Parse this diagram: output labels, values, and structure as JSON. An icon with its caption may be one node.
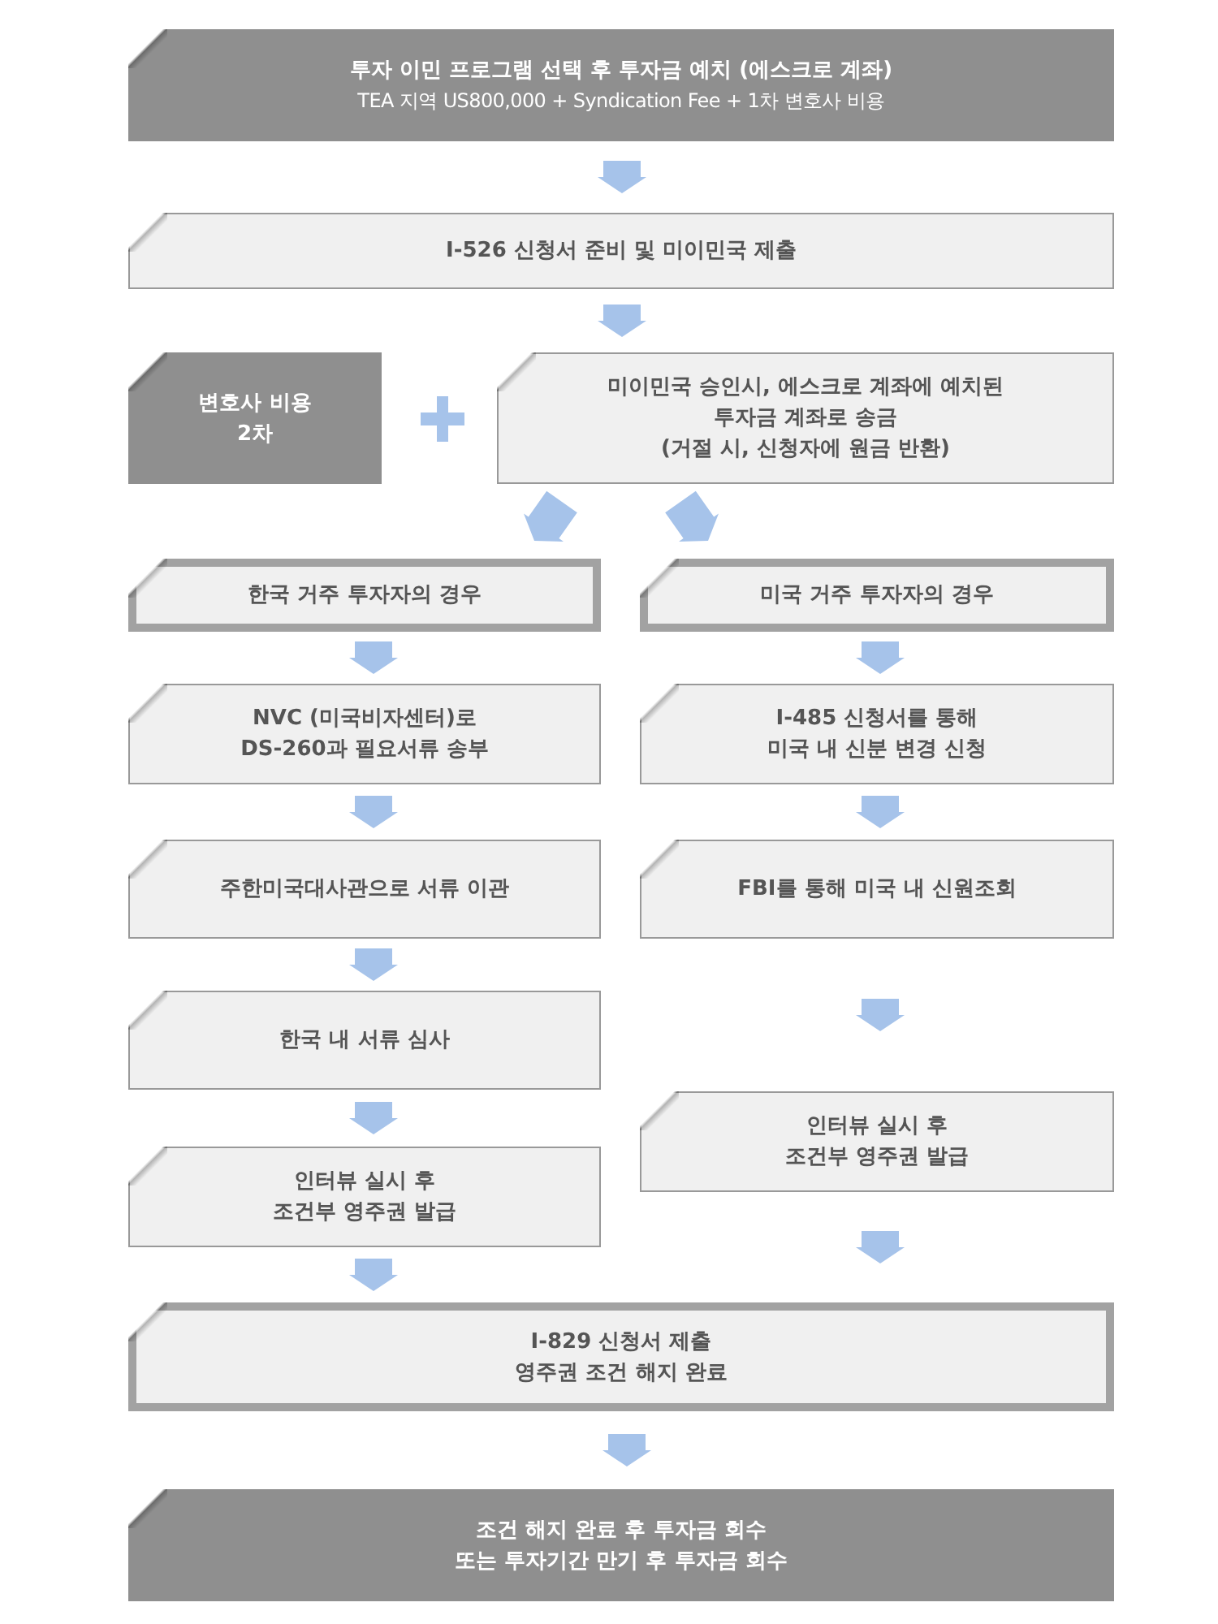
{
  "diagram": {
    "nodes": [
      {
        "text": [
          "투자 이민 프로그램 선택 후 투자금 예치 (에스크로 계좌)",
          "TEA 지역 US800,000 + Syndication Fee + 1차 변호사 비용"
        ]
      },
      {
        "text": [
          "I-526 신청서 준비 및 미이민국 제출"
        ]
      },
      {
        "text": [
          "변호사 비용 2차"
        ]
      },
      {
        "text": [
          "미이민국 승인시, 에스크로 계좌에 예치된 투자금 계좌로 송금",
          "(거절 시, 신청자에 원금 반환)"
        ]
      },
      {
        "text": [
          "한국 거주 투자자의 경우"
        ]
      },
      {
        "text": [
          "미국 거주 투자자의 경우"
        ]
      },
      {
        "text": [
          "NVC (미국비자센터)로 DS-260과 필요서류 송부"
        ]
      },
      {
        "text": [
          "I-485 신청서를 통해 미국 내 신분 변경 신청"
        ]
      },
      {
        "text": [
          "주한미국대사관으로 서류 이관"
        ]
      },
      {
        "text": [
          "FBI를 통해 미국 내 신원조회"
        ]
      },
      {
        "text": [
          "한국 내 서류 심사"
        ]
      },
      {
        "text": [
          "인터뷰 실시 후 조건부 영주권 발급"
        ]
      },
      {
        "text": [
          "인터뷰 실시 후 조건부 영주권 발급"
        ]
      },
      {
        "text": [
          "I-829 신청서 제출 영주권 조건 해지 완료"
        ]
      },
      {
        "text": [
          "조건 해지 완료 후 투자금 회수",
          "또는 투자기간 만기 후 투자금 회수"
        ]
      }
    ],
    "edges": [
      {
        "from": 0,
        "to": 1,
        "arrow": "to"
      },
      {
        "from": 1,
        "to": 3,
        "arrow": "to"
      },
      {
        "from": 3,
        "to": 4,
        "arrow": "to"
      },
      {
        "from": 3,
        "to": 5,
        "arrow": "to"
      },
      {
        "from": 4,
        "to": 6,
        "arrow": "to"
      },
      {
        "from": 5,
        "to": 7,
        "arrow": "to"
      },
      {
        "from": 6,
        "to": 8,
        "arrow": "to"
      },
      {
        "from": 7,
        "to": 9,
        "arrow": "to"
      },
      {
        "from": 8,
        "to": 10,
        "arrow": "to"
      },
      {
        "from": 9,
        "to": 12,
        "arrow": "to"
      },
      {
        "from": 10,
        "to": 11,
        "arrow": "to"
      },
      {
        "from": 11,
        "to": 13,
        "arrow": "to"
      },
      {
        "from": 12,
        "to": 13,
        "arrow": "to"
      },
      {
        "from": 13,
        "to": 14,
        "arrow": "to"
      }
    ]
  }
}
